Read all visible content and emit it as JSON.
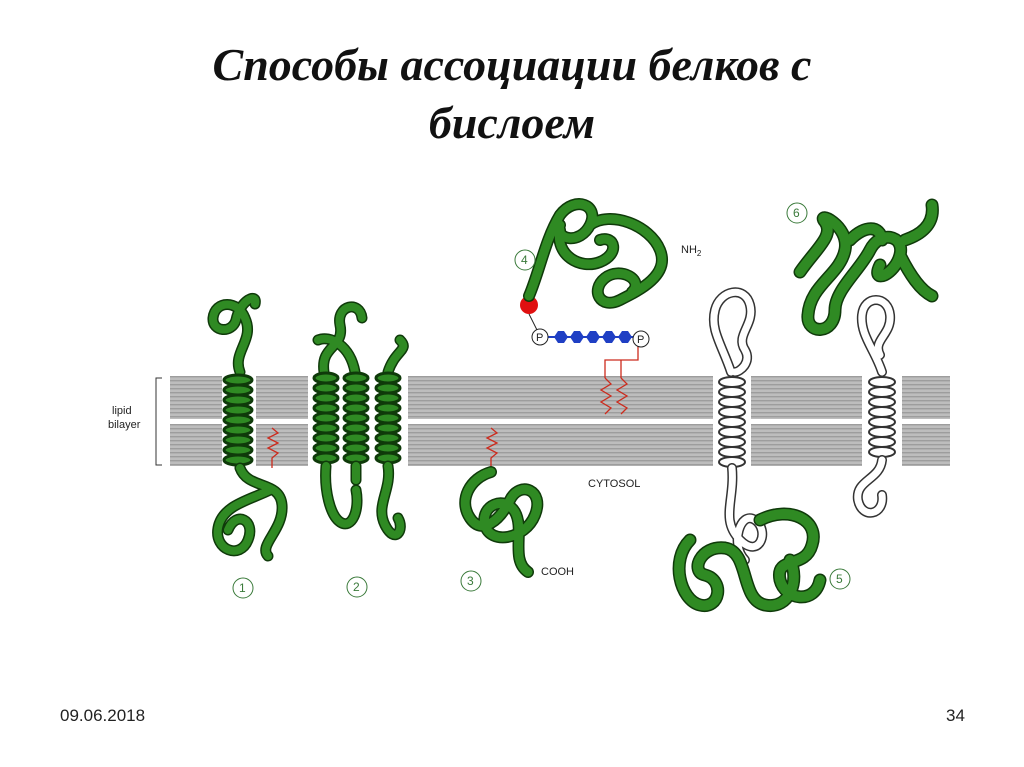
{
  "slide": {
    "title_line1": "Способы ассоциации белков с",
    "title_line2": "бислоем",
    "date": "09.06.2018",
    "page_number": "34"
  },
  "figure": {
    "bilayer_label_1": "lipid",
    "bilayer_label_2": "bilayer",
    "cytosol_label": "CYTOSOL",
    "nh2_label": "NH",
    "nh2_subscript": "2",
    "cooh_label": "COOH",
    "phosphate_label": "P",
    "numbers": [
      "1",
      "2",
      "3",
      "4",
      "5",
      "6"
    ],
    "colors": {
      "protein": "#2f8a23",
      "protein_outline": "#0f3a0a",
      "membrane": "#b9b9b9",
      "anchor": "#cc2b1d",
      "sugar_chain": "#1f3fc4",
      "lipid_anchor_head": "#e01010"
    }
  }
}
